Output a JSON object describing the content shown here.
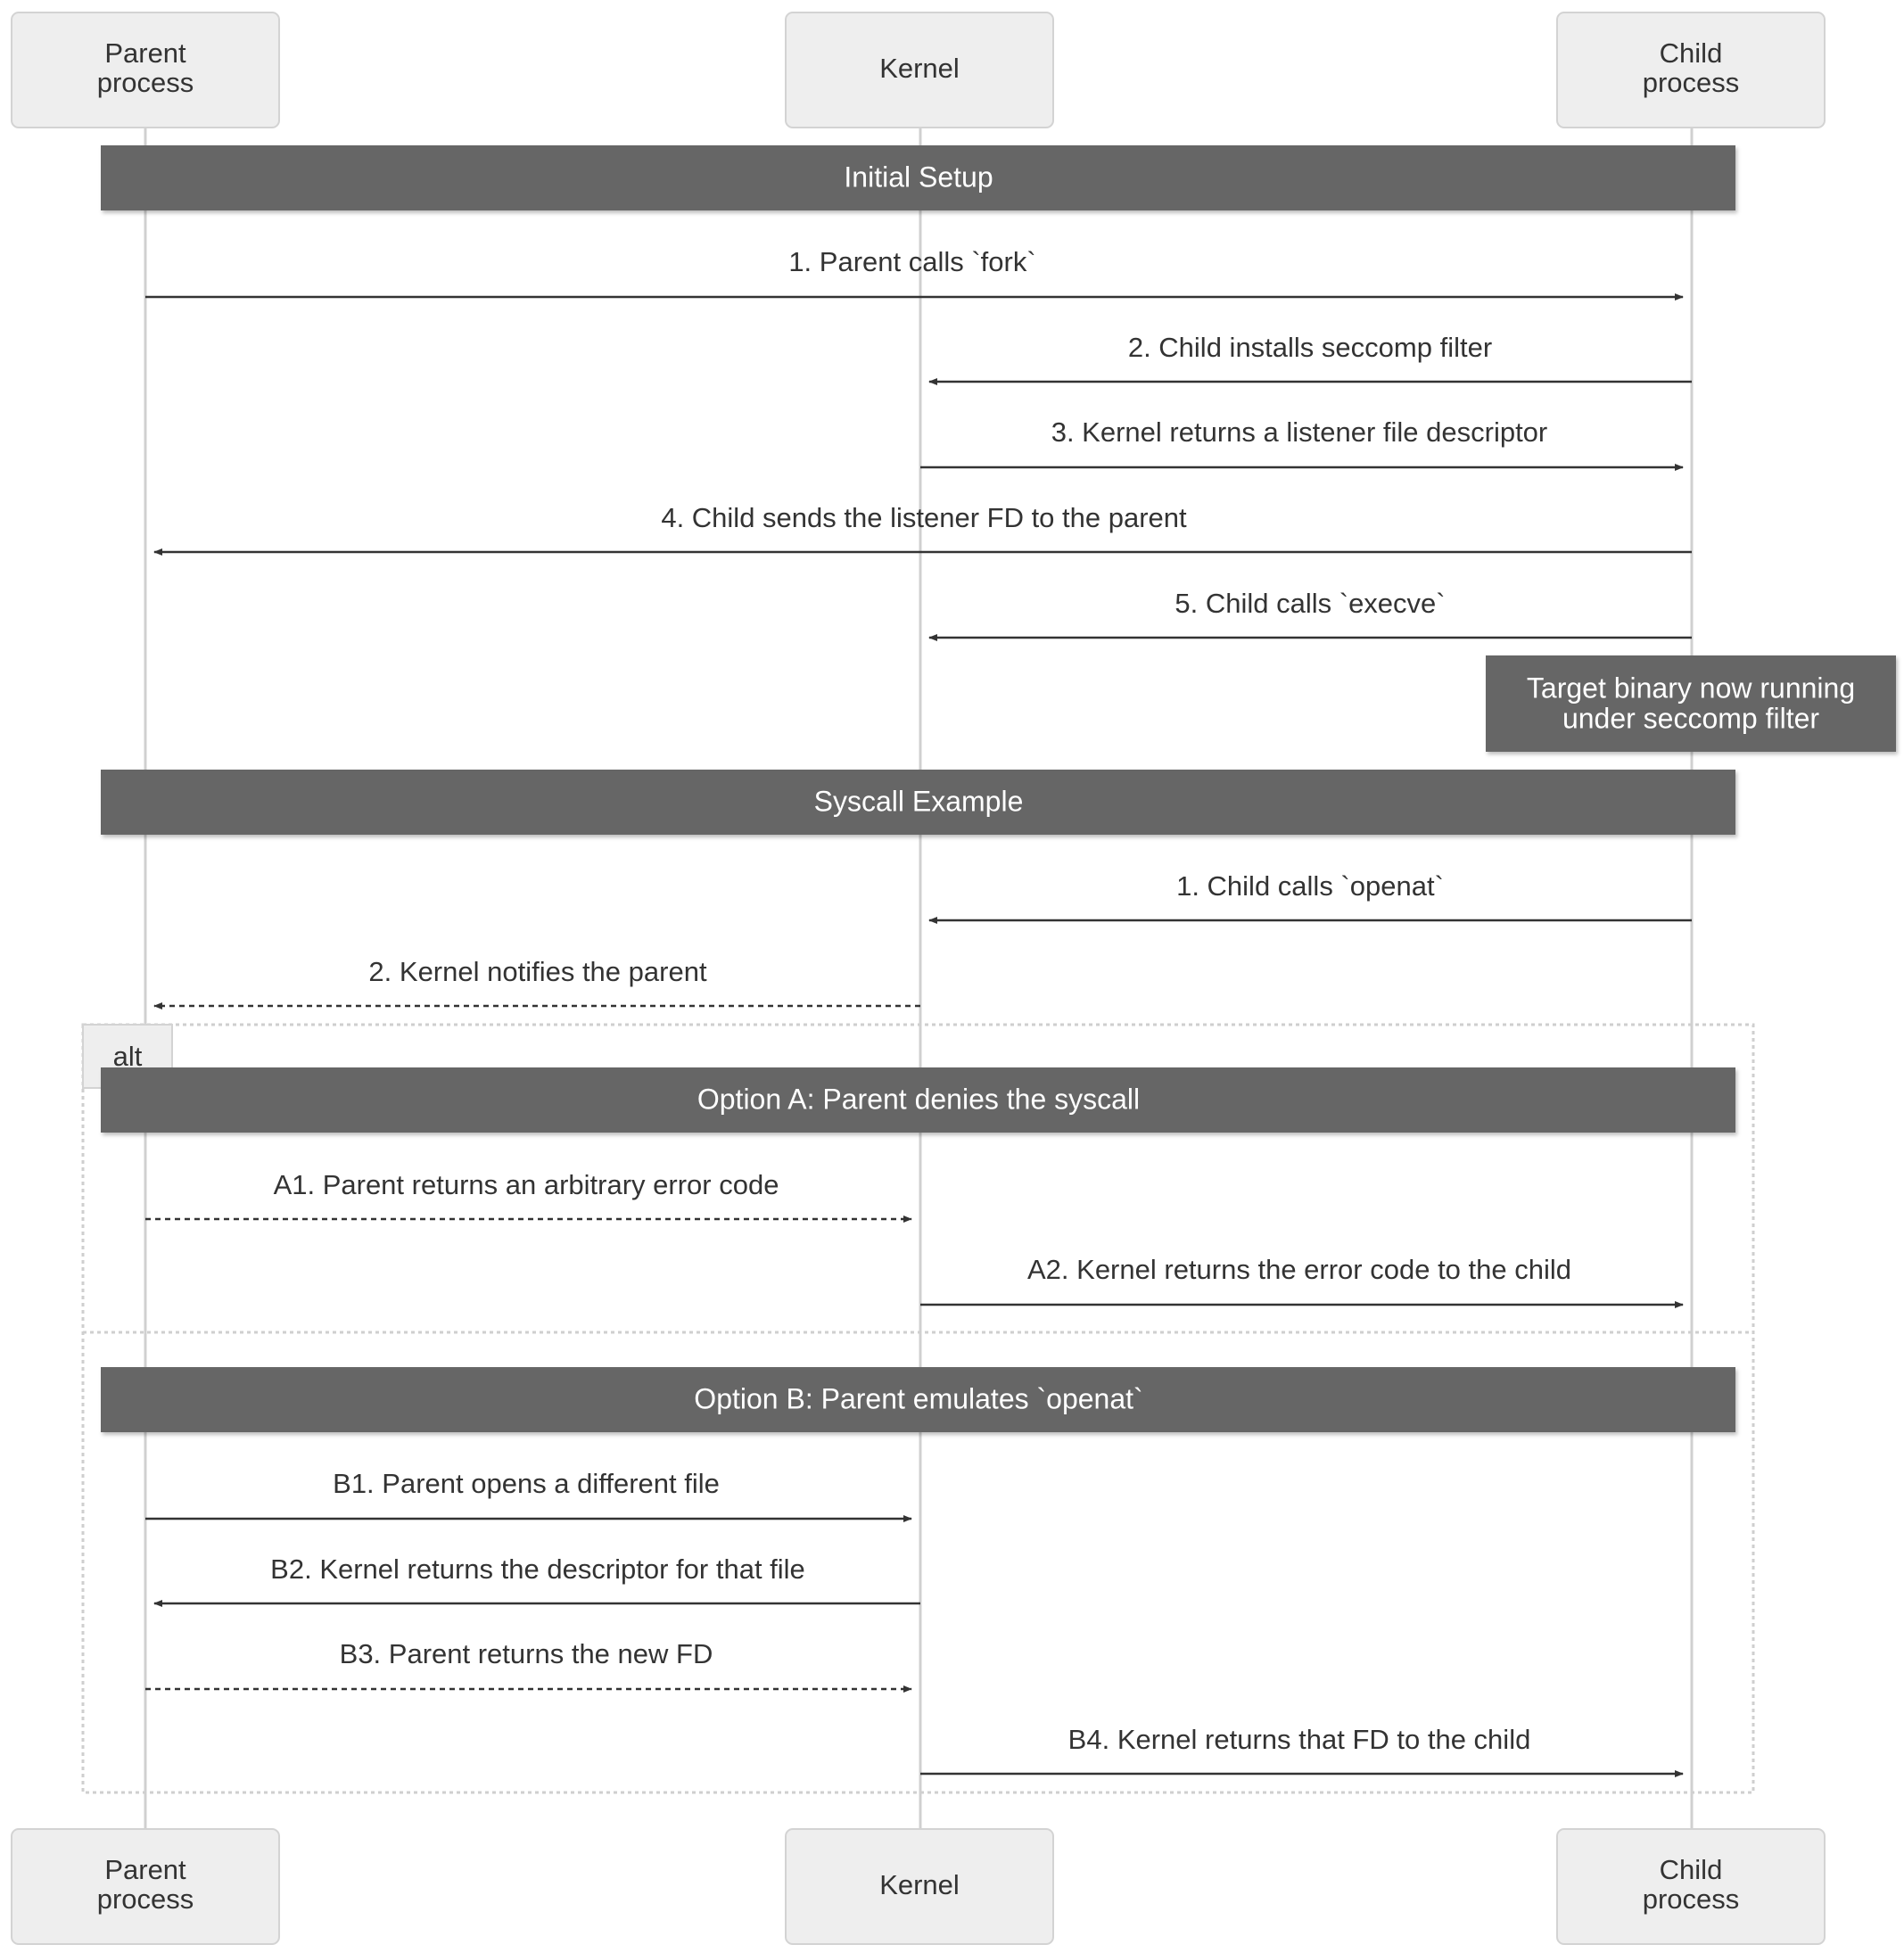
{
  "actors": [
    {
      "id": "parent",
      "label": [
        "Parent",
        "process"
      ]
    },
    {
      "id": "kernel",
      "label": [
        "Kernel"
      ]
    },
    {
      "id": "child",
      "label": [
        "Child",
        "process"
      ]
    }
  ],
  "banners": [
    {
      "id": "initial-setup",
      "text": "Initial Setup"
    },
    {
      "id": "syscall-example",
      "text": "Syscall Example"
    },
    {
      "id": "option-a",
      "text": "Option A: Parent denies the syscall"
    },
    {
      "id": "option-b",
      "text": "Option B: Parent emulates `openat`"
    }
  ],
  "notes": [
    {
      "id": "target-binary",
      "text": [
        "Target binary now running",
        "under seccomp filter"
      ]
    }
  ],
  "alt_frame": {
    "label": "alt"
  },
  "messages": [
    {
      "id": "setup-1",
      "from": "parent",
      "to": "child",
      "style": "solid",
      "text": "1. Parent calls `fork`"
    },
    {
      "id": "setup-2",
      "from": "child",
      "to": "kernel",
      "style": "solid",
      "text": "2. Child installs seccomp filter"
    },
    {
      "id": "setup-3",
      "from": "kernel",
      "to": "child",
      "style": "solid",
      "text": "3. Kernel returns a listener file descriptor"
    },
    {
      "id": "setup-4",
      "from": "child",
      "to": "parent",
      "style": "solid",
      "text": "4. Child sends the listener FD to the parent"
    },
    {
      "id": "setup-5",
      "from": "child",
      "to": "kernel",
      "style": "solid",
      "text": "5. Child calls `execve`"
    },
    {
      "id": "syscall-1",
      "from": "child",
      "to": "kernel",
      "style": "solid",
      "text": "1. Child calls `openat`"
    },
    {
      "id": "syscall-2",
      "from": "kernel",
      "to": "parent",
      "style": "dashed",
      "text": "2. Kernel notifies the parent"
    },
    {
      "id": "a1",
      "from": "parent",
      "to": "kernel",
      "style": "dashed",
      "text": "A1. Parent returns an arbitrary error code"
    },
    {
      "id": "a2",
      "from": "kernel",
      "to": "child",
      "style": "solid",
      "text": "A2. Kernel returns the error code to the child"
    },
    {
      "id": "b1",
      "from": "parent",
      "to": "kernel",
      "style": "solid",
      "text": "B1. Parent opens a different file"
    },
    {
      "id": "b2",
      "from": "kernel",
      "to": "parent",
      "style": "solid",
      "text": "B2. Kernel returns the descriptor for that file"
    },
    {
      "id": "b3",
      "from": "parent",
      "to": "kernel",
      "style": "dashed",
      "text": "B3. Parent returns the new FD"
    },
    {
      "id": "b4",
      "from": "kernel",
      "to": "child",
      "style": "solid",
      "text": "B4. Kernel returns that FD to the child"
    }
  ]
}
